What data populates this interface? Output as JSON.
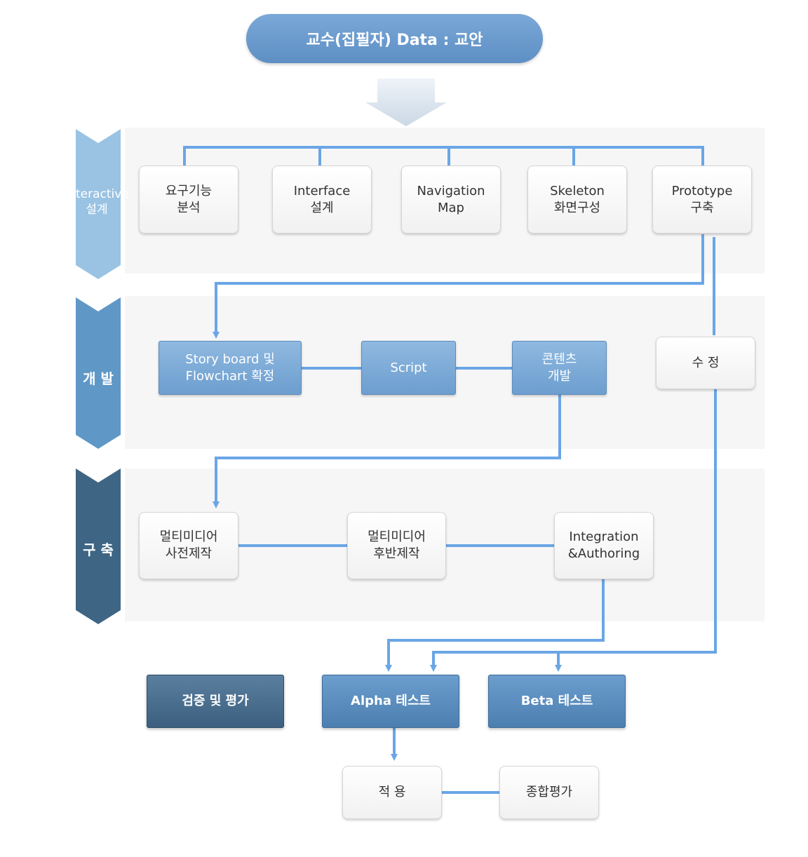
{
  "header": {
    "title": "교수(집필자) Data : 교안"
  },
  "phases": {
    "design": {
      "label": "Interactive\n설계",
      "color": "#9ac3e3"
    },
    "develop": {
      "label": "개 발",
      "color": "#5f98c6"
    },
    "build": {
      "label": "구 축",
      "color": "#3e6584"
    }
  },
  "design_row": [
    {
      "label": "요구기능\n분석"
    },
    {
      "label": "Interface\n설계"
    },
    {
      "label": "Navigation\nMap"
    },
    {
      "label": "Skeleton\n화면구성"
    },
    {
      "label": "Prototype\n구축"
    }
  ],
  "develop_row": [
    {
      "label": "Story board 및\nFlowchart 확정"
    },
    {
      "label": "Script"
    },
    {
      "label": "콘텐츠\n개발"
    }
  ],
  "revise": {
    "label": "수  정"
  },
  "build_row": [
    {
      "label": "멀티미디어\n사전제작"
    },
    {
      "label": "멀티미디어\n후반제작"
    },
    {
      "label": "Integration\n&Authoring"
    }
  ],
  "evaluation": {
    "title": "검증 및 평가",
    "alpha": "Alpha 테스트",
    "beta": "Beta 테스트"
  },
  "final_row": [
    {
      "label": "적  용"
    },
    {
      "label": "종합평가"
    }
  ],
  "colors": {
    "line": "#6aa6e6",
    "band": "#f6f6f6"
  }
}
